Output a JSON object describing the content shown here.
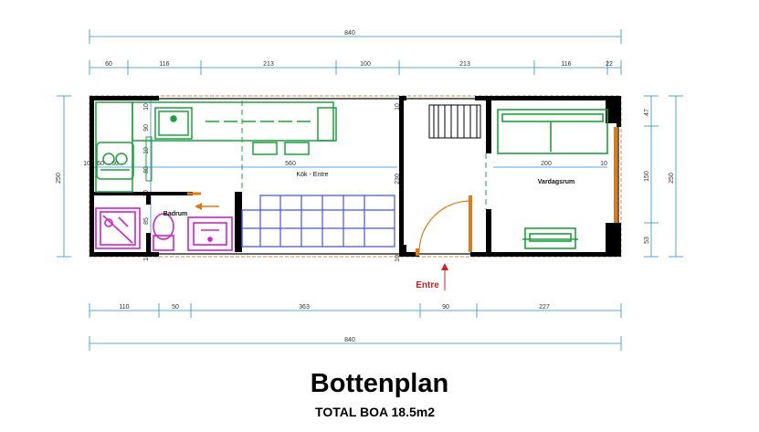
{
  "title": "Bottenplan",
  "subtitle": "TOTAL BOA 18.5m2",
  "entrance_label": "Entre",
  "rooms": {
    "kok": "Kök - Entre",
    "badrum": "Badrum",
    "vardagsrum": "Vardagsrum"
  },
  "dimensions": {
    "top_total": "840",
    "top_segments": [
      "60",
      "116",
      "213",
      "100",
      "213",
      "116",
      "22"
    ],
    "bottom_segments": [
      "110",
      "50",
      "363",
      "90",
      "227"
    ],
    "bottom_total": "840",
    "left_total": "250",
    "right_segments": [
      "47",
      "150",
      "53"
    ],
    "right_total": "250",
    "interior": {
      "kitchen_length": "560",
      "living_width": "200",
      "stair_height": "230",
      "wall_10_top": "10",
      "wall_10_bottom": "10",
      "wall_10_left": "10",
      "wall_10_right": "10",
      "bath_90": "90",
      "bath_60": "60",
      "bath_10": "10",
      "bath_85": "85",
      "bath_10_b": "10",
      "counter_10": "10",
      "counter_60": "60",
      "counter_80": "80",
      "counter_10_b": "10"
    }
  },
  "colors": {
    "wall": "#000000",
    "dimension": "#2a8fd0",
    "kitchen": "#1aa33a",
    "bathroom": "#d21fd2",
    "stairs": "#4455dd",
    "door": "#e07a10",
    "entrance": "#cc2222"
  }
}
